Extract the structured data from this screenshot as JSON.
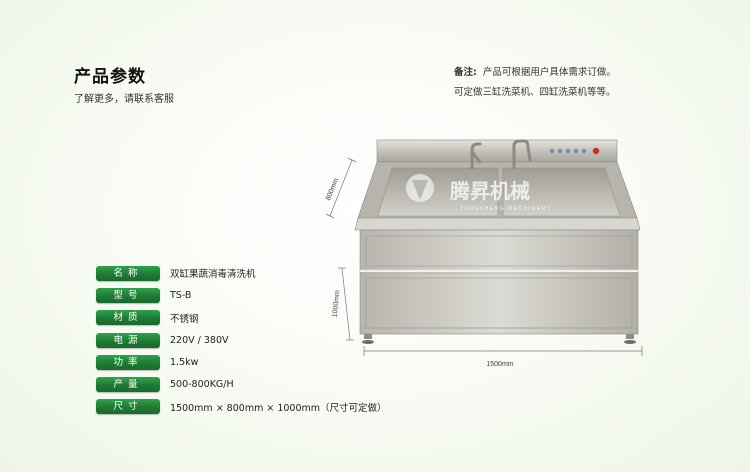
{
  "header": {
    "title": "产品参数",
    "subtitle": "了解更多，请联系客服"
  },
  "note": {
    "prefix": "备注:",
    "line1": "产品可根据用户具体需求订做。",
    "line2": "可定做三缸洗菜机、四缸洗菜机等等。"
  },
  "specs": [
    {
      "label": "名称",
      "value": "双缸果蔬消毒清洗机"
    },
    {
      "label": "型号",
      "value": "TS-B"
    },
    {
      "label": "材质",
      "value": "不锈钢"
    },
    {
      "label": "电源",
      "value": "220V / 380V"
    },
    {
      "label": "功率",
      "value": "1.5kw"
    },
    {
      "label": "产量",
      "value": "500-800KG/H"
    },
    {
      "label": "尺寸",
      "value": "1500mm × 800mm × 1000mm（尺寸可定做）"
    }
  ],
  "machine": {
    "dim_width": "1500mm",
    "dim_height": "1000mm",
    "dim_depth": "800mm",
    "watermark_brand": "腾昇机械",
    "watermark_sub": "TENGSHENG MACHINERY"
  },
  "colors": {
    "label_green": "#1f7a35",
    "steel": "#c9c6c0"
  }
}
